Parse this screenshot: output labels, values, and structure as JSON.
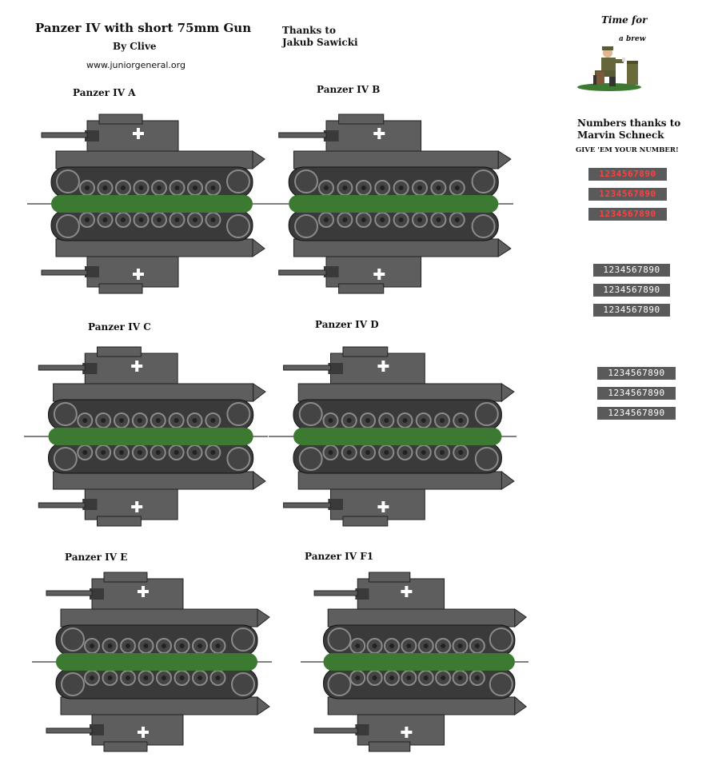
{
  "header": {
    "title": "Panzer IV with short 75mm Gun",
    "byline": "By Clive",
    "site": "www.juniorgeneral.org",
    "thanks_line1": "Thanks to",
    "thanks_line2": "Jakub Sawicki"
  },
  "tanks": [
    {
      "label": "Panzer IV A"
    },
    {
      "label": "Panzer IV B"
    },
    {
      "label": "Panzer IV C"
    },
    {
      "label": "Panzer IV D"
    },
    {
      "label": "Panzer IV E"
    },
    {
      "label": "Panzer IV F1"
    }
  ],
  "brew": {
    "line1": "Time for",
    "line2": "a brew"
  },
  "numbers": {
    "thanks_line1": "Numbers thanks to",
    "thanks_line2": "Marvin Schneck",
    "give": "GIVE 'EM YOUR NUMBER!",
    "strip_text": "1234567890",
    "strips": [
      {
        "text": "1234567890",
        "style": "red"
      },
      {
        "text": "1234567890",
        "style": "red"
      },
      {
        "text": "1234567890",
        "style": "red"
      },
      {
        "text": "1234567890",
        "style": "white"
      },
      {
        "text": "1234567890",
        "style": "white"
      },
      {
        "text": "1234567890",
        "style": "white"
      },
      {
        "text": "1234567890",
        "style": "white"
      },
      {
        "text": "1234567890",
        "style": "white"
      },
      {
        "text": "1234567890",
        "style": "white"
      }
    ]
  },
  "colors": {
    "hull": "#5e5e5e",
    "hull_dark": "#3a3a3a",
    "wheel": "#444444",
    "wheel_rim": "#8a8a8a",
    "base_green": "#3c7a32",
    "strip_bg": "#5a5a5a",
    "strip_red": "#ff4040"
  }
}
